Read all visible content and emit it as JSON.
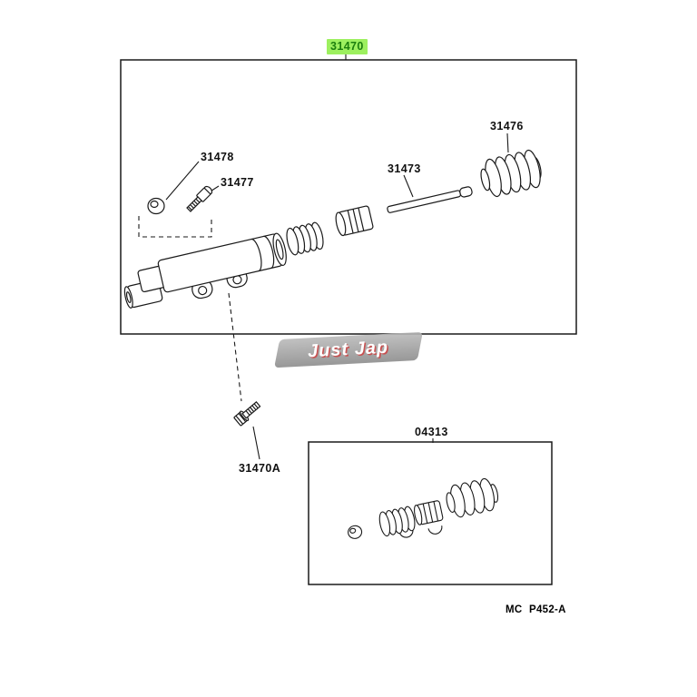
{
  "page": {
    "background": "#ffffff",
    "footer_code": "MC P452-A",
    "watermark_text": "Just Jap"
  },
  "diagram": {
    "highlight_bg": "#9df05f",
    "highlight_text": "#1c7f0e",
    "labels": {
      "assembly": "31470",
      "cap": "31478",
      "bleeder_plug": "31477",
      "push_rod": "31473",
      "boot": "31476",
      "mount_bolt": "31470A",
      "repair_kit": "04313"
    }
  }
}
